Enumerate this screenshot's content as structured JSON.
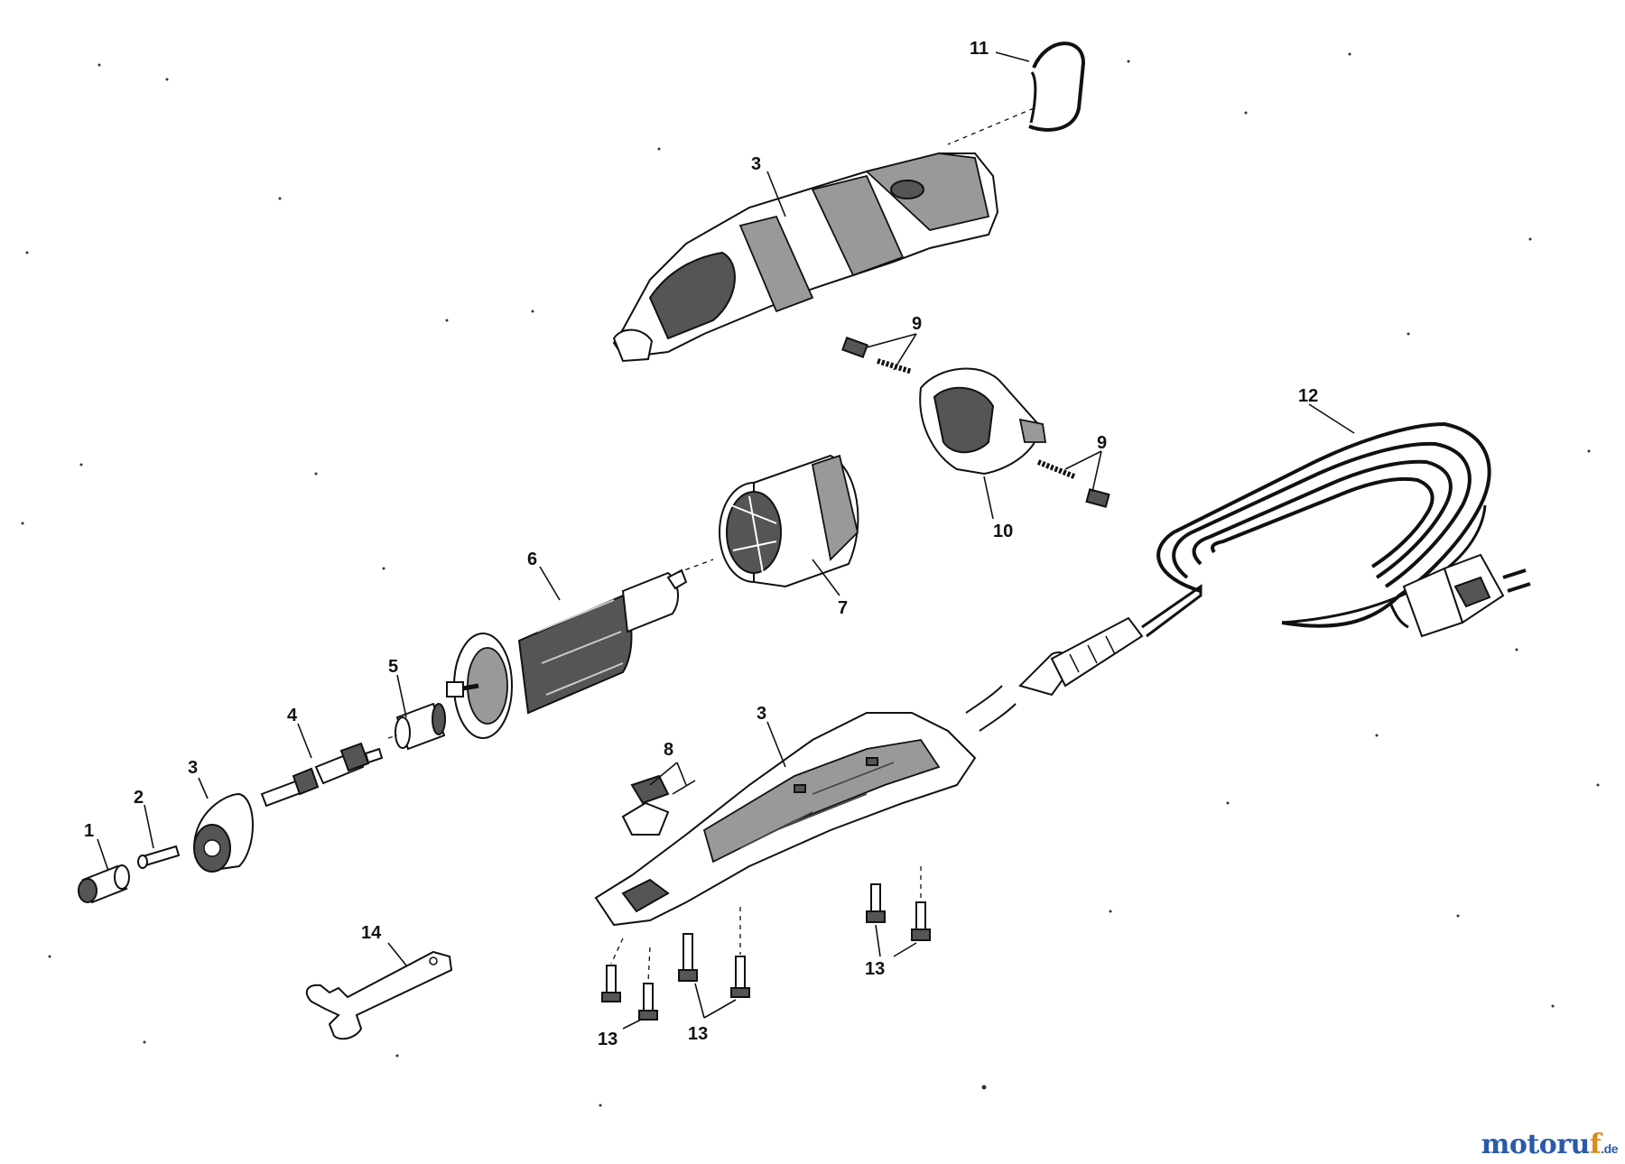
{
  "watermark": {
    "brand_main": "motoru",
    "brand_accent": "f",
    "tld": ".de"
  },
  "callouts": {
    "c1": "1",
    "c2": "2",
    "c3a": "3",
    "c4": "4",
    "c5": "5",
    "c6": "6",
    "c7": "7",
    "c3b": "3",
    "c11": "11",
    "c9a": "9",
    "c9b": "9",
    "c10": "10",
    "c12": "12",
    "c3c": "3",
    "c8": "8",
    "c14": "14",
    "c13a": "13",
    "c13b": "13",
    "c13c": "13"
  }
}
